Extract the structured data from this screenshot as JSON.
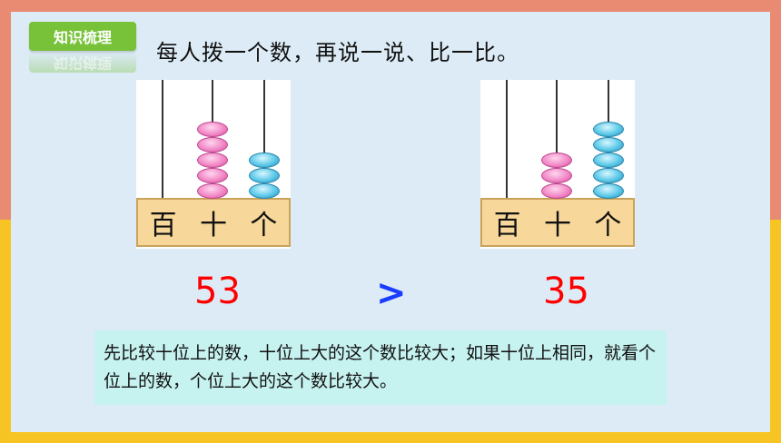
{
  "tag": {
    "label": "知识梳理"
  },
  "instruction": "每人拨一个数，再说一说、比一比。",
  "abacus_left": {
    "places": [
      "百",
      "十",
      "个"
    ],
    "tens": 5,
    "ones": 3
  },
  "abacus_right": {
    "places": [
      "百",
      "十",
      "个"
    ],
    "tens": 3,
    "ones": 5
  },
  "comparison": {
    "left": "53",
    "symbol": ">",
    "right": "35"
  },
  "note": "先比较十位上的数，十位上大的这个数比较大；如果十位上相同，就看个位上的数，个位上大的这个数比较大。",
  "colors": {
    "frame_top": "#e98a72",
    "frame_bottom": "#f7c523",
    "slide_bg": "#dcebf5",
    "tag_bg": "#78c23a",
    "number": "#ff0000",
    "symbol": "#1a3cff",
    "note_bg": "#c6f2f0"
  }
}
